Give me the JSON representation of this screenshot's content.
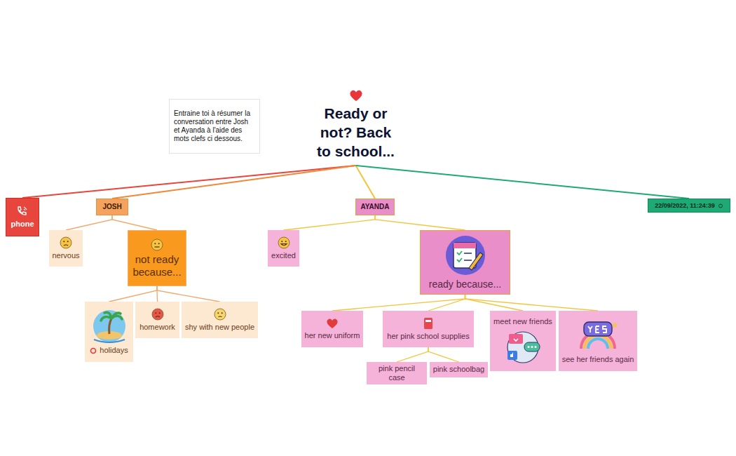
{
  "diagram": {
    "nodes": [
      {
        "text": [
          "Ready or not? Back to school..."
        ]
      },
      {
        "text": [
          "Entraine toi à résumer la conversation entre Josh et Ayanda à l'aide des mots clefs ci dessous."
        ]
      },
      {
        "text": [
          "phone"
        ]
      },
      {
        "text": [
          "JOSH"
        ]
      },
      {
        "text": [
          "AYANDA"
        ]
      },
      {
        "text": [
          "22/09/2022, 11:24:39"
        ]
      },
      {
        "text": [
          "nervous"
        ]
      },
      {
        "text": [
          "not ready because..."
        ]
      },
      {
        "text": [
          "holidays"
        ]
      },
      {
        "text": [
          "homework"
        ]
      },
      {
        "text": [
          "shy with new people"
        ]
      },
      {
        "text": [
          "excited"
        ]
      },
      {
        "text": [
          "ready because..."
        ]
      },
      {
        "text": [
          "her new uniform"
        ]
      },
      {
        "text": [
          "her pink school supplies"
        ]
      },
      {
        "text": [
          "pink pencil case"
        ]
      },
      {
        "text": [
          "pink schoolbag"
        ]
      },
      {
        "text": [
          "meet new friends"
        ]
      },
      {
        "text": [
          "see her friends again"
        ]
      }
    ],
    "edges": [
      {
        "from": 0,
        "to": 2,
        "arrow": "none"
      },
      {
        "from": 0,
        "to": 3,
        "arrow": "none"
      },
      {
        "from": 0,
        "to": 4,
        "arrow": "none"
      },
      {
        "from": 0,
        "to": 5,
        "arrow": "none"
      },
      {
        "from": 3,
        "to": 6,
        "arrow": "none"
      },
      {
        "from": 3,
        "to": 7,
        "arrow": "none"
      },
      {
        "from": 7,
        "to": 8,
        "arrow": "none"
      },
      {
        "from": 7,
        "to": 9,
        "arrow": "none"
      },
      {
        "from": 7,
        "to": 10,
        "arrow": "none"
      },
      {
        "from": 4,
        "to": 11,
        "arrow": "none"
      },
      {
        "from": 4,
        "to": 12,
        "arrow": "none"
      },
      {
        "from": 12,
        "to": 13,
        "arrow": "none"
      },
      {
        "from": 12,
        "to": 14,
        "arrow": "none"
      },
      {
        "from": 14,
        "to": 15,
        "arrow": "none"
      },
      {
        "from": 14,
        "to": 16,
        "arrow": "none"
      },
      {
        "from": 12,
        "to": 17,
        "arrow": "none"
      },
      {
        "from": 12,
        "to": 18,
        "arrow": "none"
      }
    ]
  }
}
